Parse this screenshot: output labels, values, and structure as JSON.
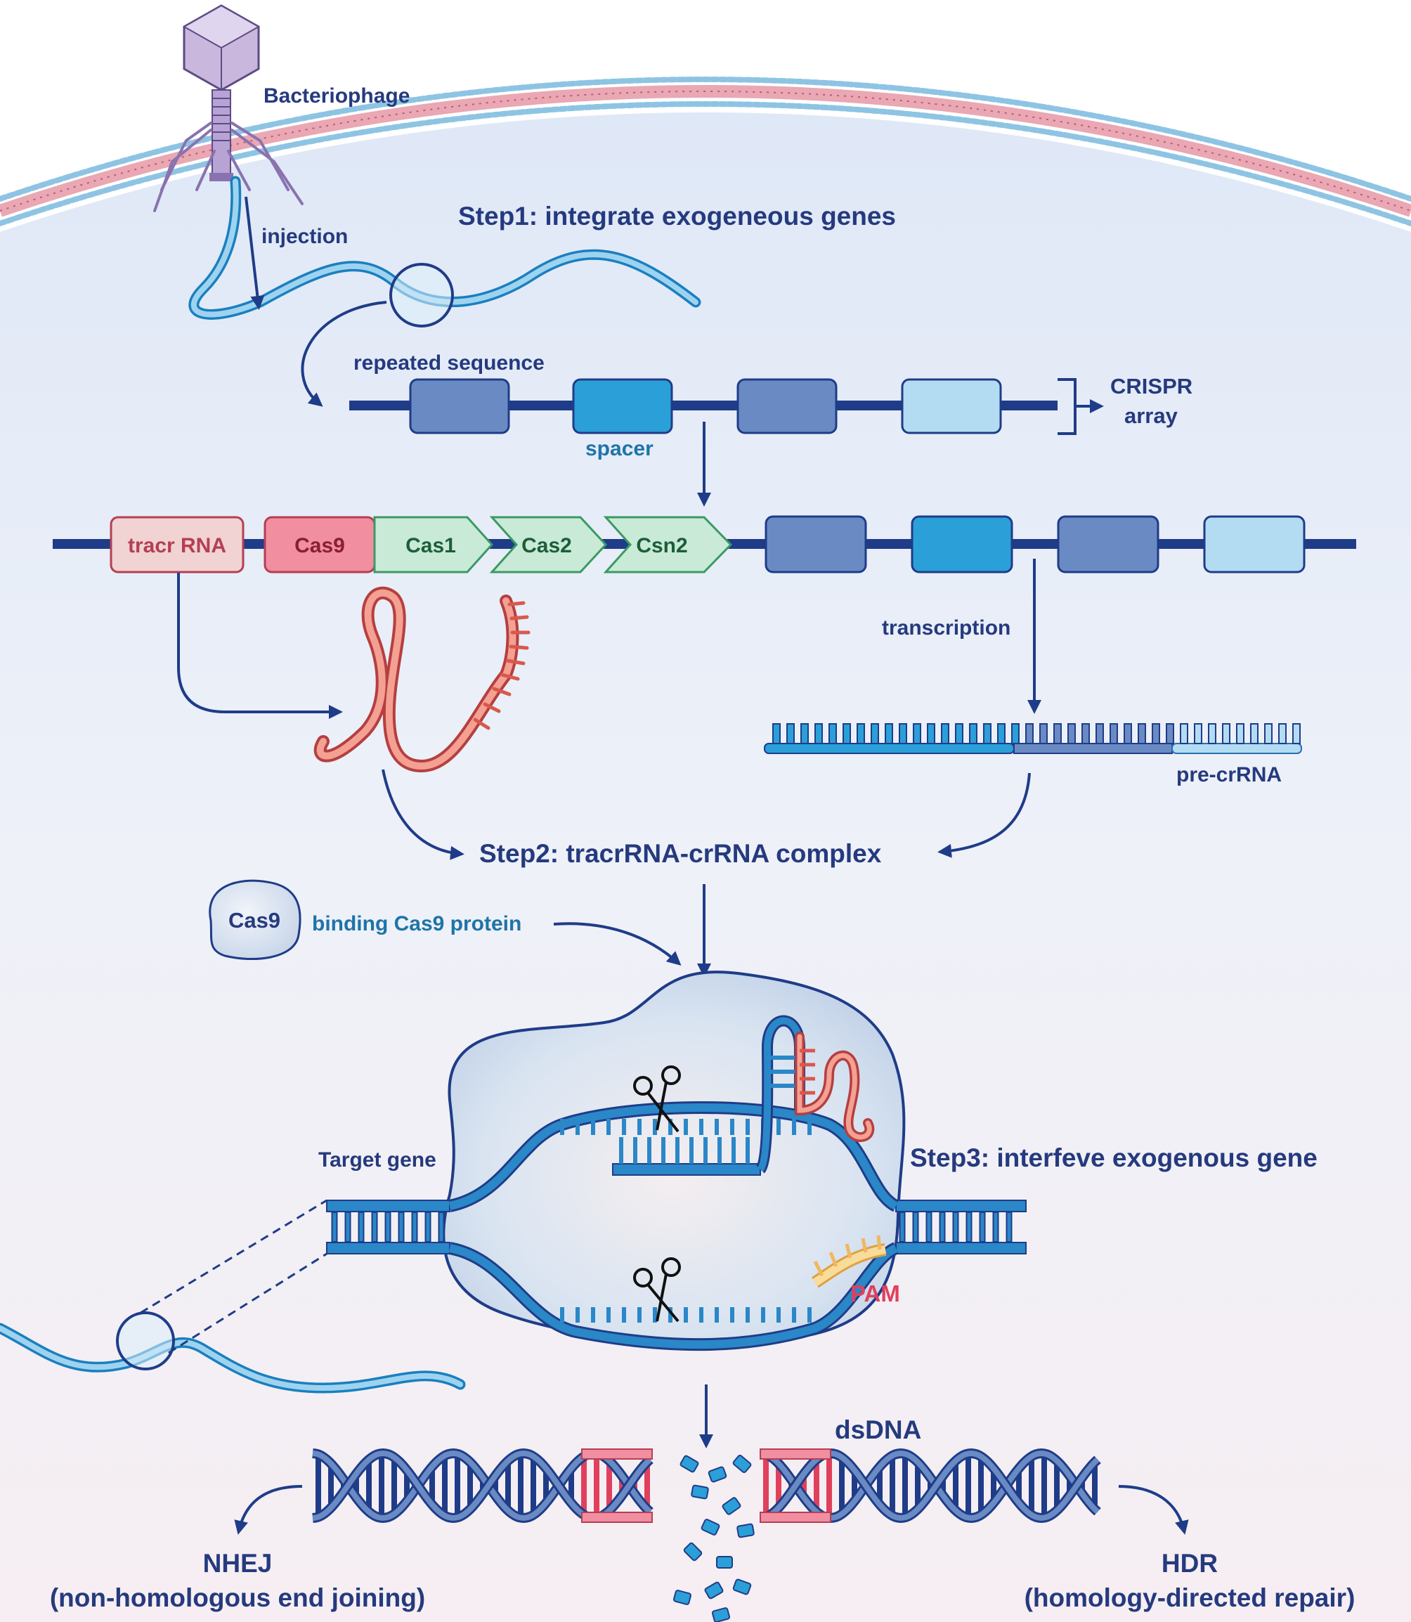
{
  "colors": {
    "navy": "#1f3c88",
    "text_navy": "#253a7e",
    "teal_text": "#1e74a8",
    "pam_red": "#e0405c",
    "dna_blue": "#2a87c8",
    "repeat_box": "#6a8ac4",
    "spacer_box": "#2b9fd8",
    "light_box": "#b3dcf2",
    "tracr_fill": "#f0d3d2",
    "cas9_fill": "#f18ea0",
    "cas_green": "#c9ead7",
    "rna_red": "#ef7a6a",
    "membrane": "#e9a8b3"
  },
  "labels": {
    "bacteriophage": "Bacteriophage",
    "injection": "injection",
    "step1": "Step1: integrate exogeneous genes",
    "repeated_sequence": "repeated sequence",
    "spacer": "spacer",
    "crispr": "CRISPR",
    "array": "array",
    "transcription": "transcription",
    "pre_crrna": "pre-crRNA",
    "step2": "Step2: tracrRNA-crRNA complex",
    "cas9_protein": "Cas9",
    "binding": "binding Cas9 protein",
    "target_gene": "Target gene",
    "step3": "Step3: interfeve exogenous gene",
    "pam": "PAM",
    "dsdna": "dsDNA",
    "nhej": "NHEJ",
    "nhej_full": "(non-homologous end joining)",
    "hdr": "HDR",
    "hdr_full": "(homology-directed repair)"
  },
  "genes": [
    {
      "name": "tracr RNA",
      "kind": "tracr"
    },
    {
      "name": "Cas9",
      "kind": "cas9"
    },
    {
      "name": "Cas1",
      "kind": "cas"
    },
    {
      "name": "Cas2",
      "kind": "cas"
    },
    {
      "name": "Csn2",
      "kind": "cas"
    }
  ]
}
